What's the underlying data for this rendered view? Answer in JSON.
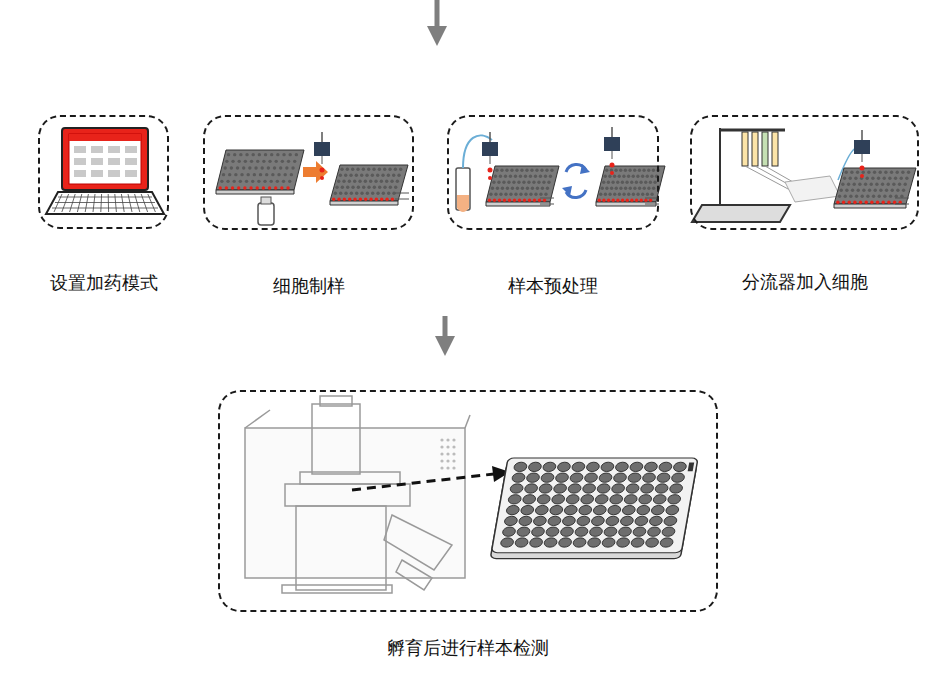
{
  "diagram": {
    "nodes": [
      {
        "text": [
          "设置加药模式"
        ]
      },
      {
        "text": [
          "细胞制样"
        ]
      },
      {
        "text": [
          "样本预处理"
        ]
      },
      {
        "text": [
          "分流器加入细胞"
        ]
      },
      {
        "text": [
          "孵育后进行样本检测"
        ]
      }
    ]
  }
}
